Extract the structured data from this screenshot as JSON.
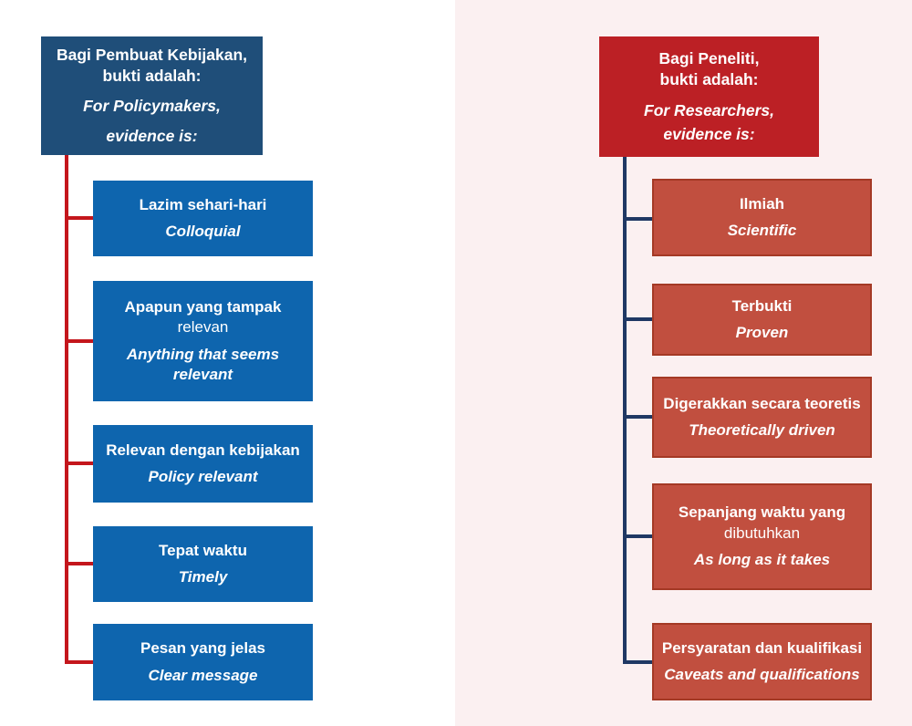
{
  "diagram": {
    "left": {
      "header": {
        "id1": "Bagi Pembuat Kebijakan,",
        "id2": "bukti adalah:",
        "en1": "For Policymakers,",
        "en2": "evidence is:"
      },
      "items": [
        {
          "id1": "Lazim sehari-hari",
          "id2": "",
          "en": "Colloquial"
        },
        {
          "id1": "Apapun yang tampak",
          "id2": "relevan",
          "en": "Anything that seems relevant"
        },
        {
          "id1": "Relevan dengan kebijakan",
          "id2": "",
          "en": "Policy relevant"
        },
        {
          "id1": "Tepat waktu",
          "id2": "",
          "en": "Timely"
        },
        {
          "id1": "Pesan yang jelas",
          "id2": "",
          "en": "Clear message"
        }
      ],
      "colors": {
        "header_bg": "#1F4E79",
        "box_bg": "#0E65AE",
        "connector": "#C4161C",
        "text": "#FFFFFF",
        "panel_bg": "#FFFFFF"
      }
    },
    "right": {
      "header": {
        "id1": "Bagi Peneliti,",
        "id2": "bukti adalah:",
        "en1": "For Researchers,",
        "en2": "evidence is:"
      },
      "items": [
        {
          "id1": "Ilmiah",
          "id2": "",
          "en": "Scientific"
        },
        {
          "id1": "Terbukti",
          "id2": "",
          "en": "Proven"
        },
        {
          "id1": "Digerakkan secara teoretis",
          "id2": "",
          "en": "Theoretically driven"
        },
        {
          "id1": "Sepanjang waktu yang",
          "id2": "dibutuhkan",
          "en": "As long as it takes"
        },
        {
          "id1": "Persyaratan dan kualifikasi",
          "id2": "",
          "en": "Caveats and qualifications"
        }
      ],
      "colors": {
        "header_bg": "#BC2025",
        "box_bg": "#C14F3F",
        "box_border": "#A43925",
        "connector": "#1F3864",
        "text": "#FFFFFF",
        "panel_bg": "#FBF0F1"
      }
    }
  }
}
